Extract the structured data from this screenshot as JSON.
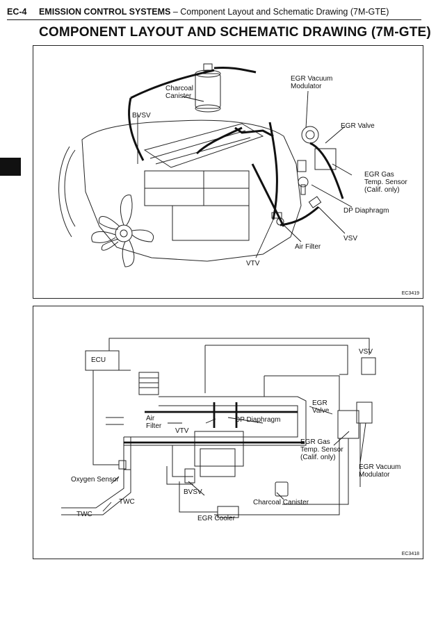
{
  "header": {
    "code": "EC-4",
    "section": "EMISSION CONTROL SYSTEMS",
    "subtitle": "– Component Layout and Schematic Drawing (7M-GTE)"
  },
  "title": "COMPONENT LAYOUT AND SCHEMATIC DRAWING (7M-GTE)",
  "layout_figure": {
    "code": "EC3419",
    "labels": {
      "charcoal_canister": "Charcoal\nCanister",
      "bvsv": "BVSV",
      "egr_vacuum_modulator": "EGR Vacuum\nModulator",
      "egr_valve": "EGR Valve",
      "egr_gas_temp_sensor": "EGR Gas\nTemp. Sensor\n(Calif. only)",
      "dp_diaphragm": "DP Diaphragm",
      "vsv": "VSV",
      "air_filter": "Air Filter",
      "vtv": "VTV"
    }
  },
  "schematic_figure": {
    "code": "EC3418",
    "labels": {
      "ecu": "ECU",
      "vsv": "VSV",
      "egr_valve": "EGR\nValve",
      "air_filter": "Air\nFilter",
      "vtv": "VTV",
      "dp_diaphragm": "DP Diaphragm",
      "egr_gas_temp_sensor": "EGR Gas\nTemp. Sensor\n(Calif. only)",
      "egr_vacuum_modulator": "EGR Vacuum\nModulator",
      "oxygen_sensor": "Oxygen Sensor",
      "twc_upper": "TWC",
      "twc_lower": "TWC",
      "bvsv": "BVSV",
      "charcoal_canister": "Charcoal Canister",
      "egr_cooler": "EGR Cooler"
    }
  }
}
